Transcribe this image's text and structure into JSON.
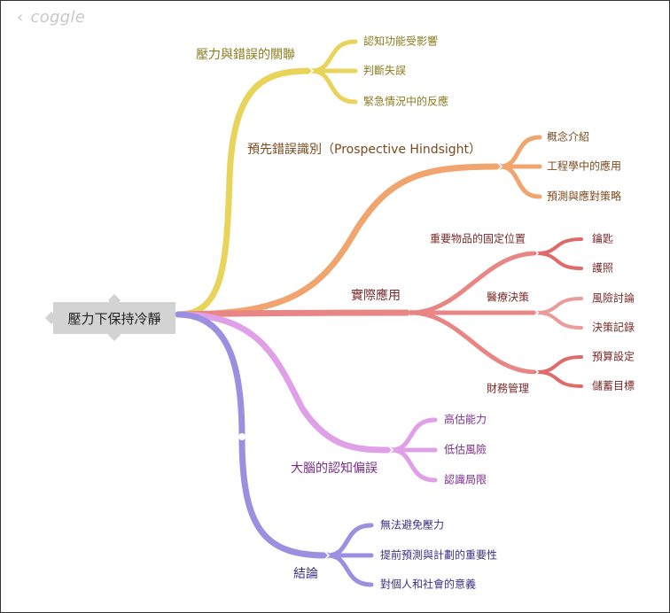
{
  "logo": {
    "text": "coggle"
  },
  "root": {
    "label": "壓力下保持冷靜"
  },
  "branches": [
    {
      "label": "壓力與錯誤的關聯",
      "color": "#e8d45a",
      "text_color": "#8a7b1f",
      "children": [
        "認知功能受影響",
        "判斷失誤",
        "緊急情況中的反應"
      ]
    },
    {
      "label": "預先錯誤識別（Prospective Hindsight）",
      "color": "#f0a46e",
      "text_color": "#7a4a1e",
      "children": [
        "概念介紹",
        "工程學中的應用",
        "預測與應對策略"
      ]
    },
    {
      "label": "實際應用",
      "color": "#e88585",
      "text_color": "#7a2828",
      "children": [
        {
          "label": "重要物品的固定位置",
          "children": [
            "鑰匙",
            "護照"
          ]
        },
        {
          "label": "醫療決策",
          "children": [
            "風險討論",
            "決策記錄"
          ]
        },
        {
          "label": "財務管理",
          "children": [
            "預算設定",
            "儲蓄目標"
          ]
        }
      ]
    },
    {
      "label": "大腦的認知偏誤",
      "color": "#e0a0e8",
      "text_color": "#7a2a8a",
      "children": [
        "高估能力",
        "低估風險",
        "認識局限"
      ]
    },
    {
      "label": "結論",
      "color": "#9d8fe0",
      "text_color": "#3a2f86",
      "children": [
        "無法避免壓力",
        "提前預測與計劃的重要性",
        "對個人和社會的意義"
      ]
    }
  ]
}
